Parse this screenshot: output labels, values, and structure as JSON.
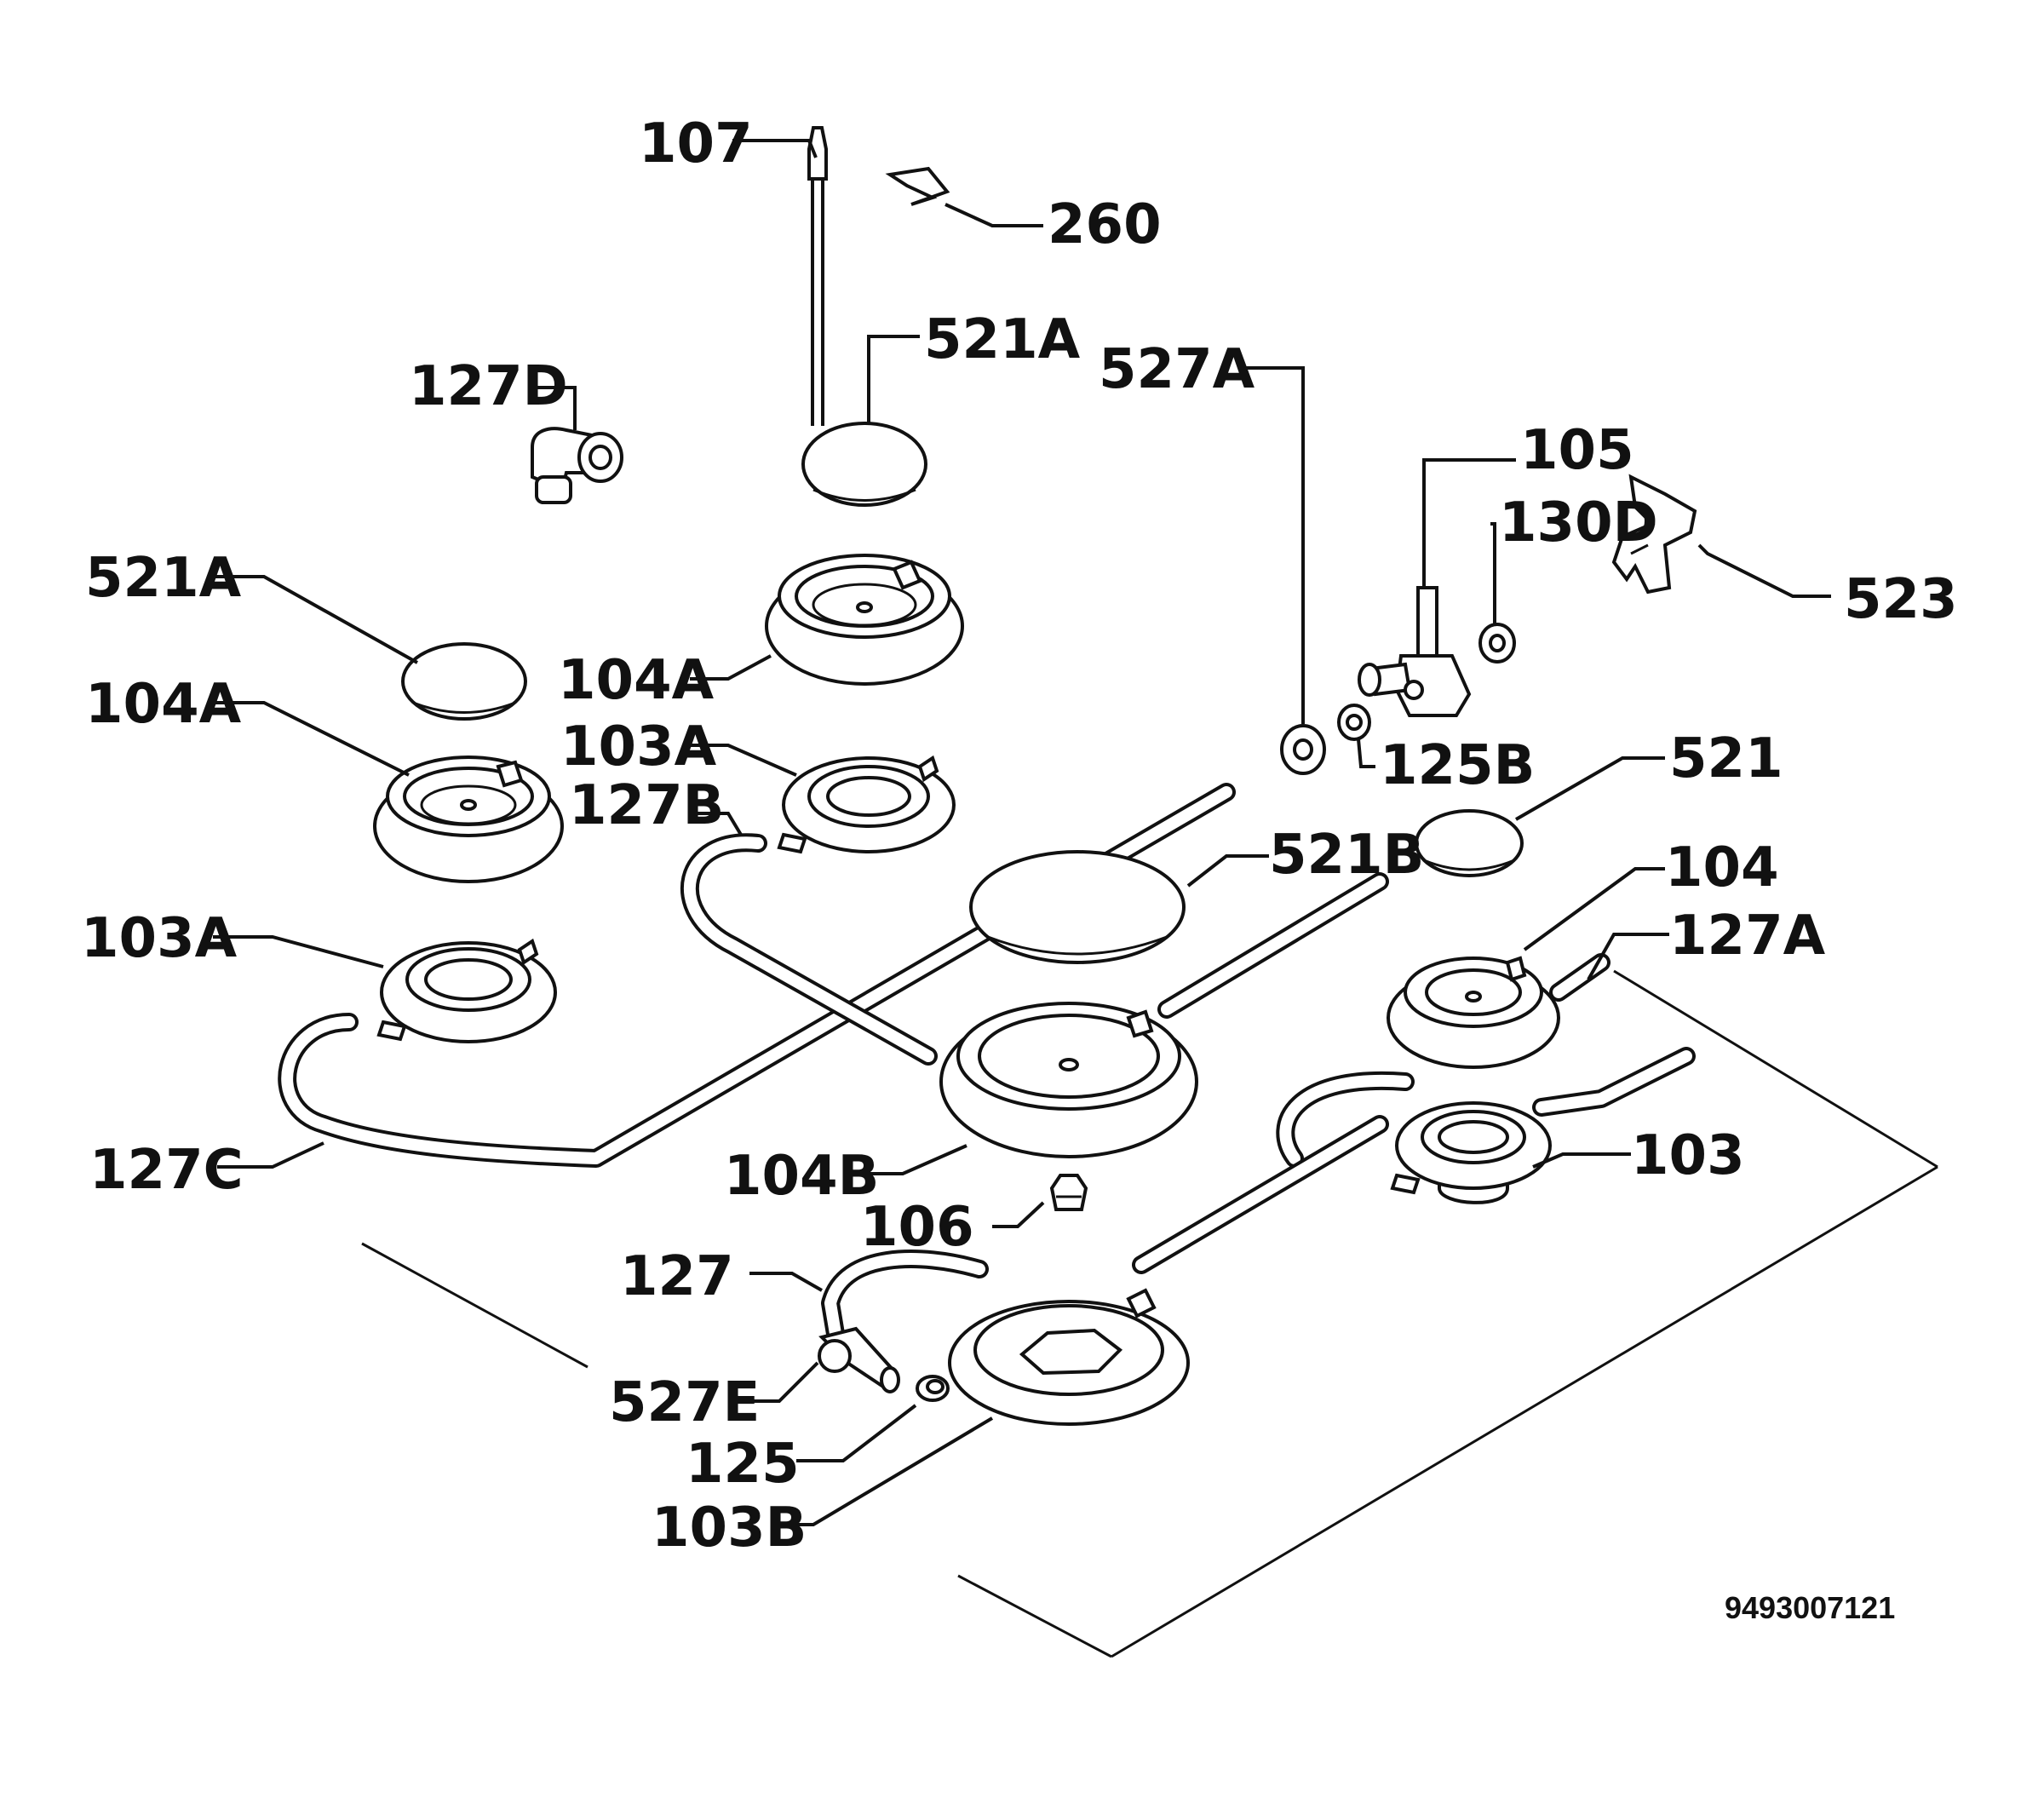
{
  "diagram": {
    "drawing_code": "9493007121",
    "callouts": {
      "c107": "107",
      "c260": "260",
      "c521A_top": "521A",
      "c527A": "527A",
      "c127D": "127D",
      "c105": "105",
      "c130D": "130D",
      "c523": "523",
      "c521A_left": "521A",
      "c104A_mid": "104A",
      "c104A_left": "104A",
      "c103A_mid": "103A",
      "c125B": "125B",
      "c521": "521",
      "c127B": "127B",
      "c521B": "521B",
      "c104": "104",
      "c103A_left": "103A",
      "c127A": "127A",
      "c103": "103",
      "c127C": "127C",
      "c104B": "104B",
      "c106": "106",
      "c127": "127",
      "c527E": "527E",
      "c125": "125",
      "c103B": "103B"
    }
  }
}
